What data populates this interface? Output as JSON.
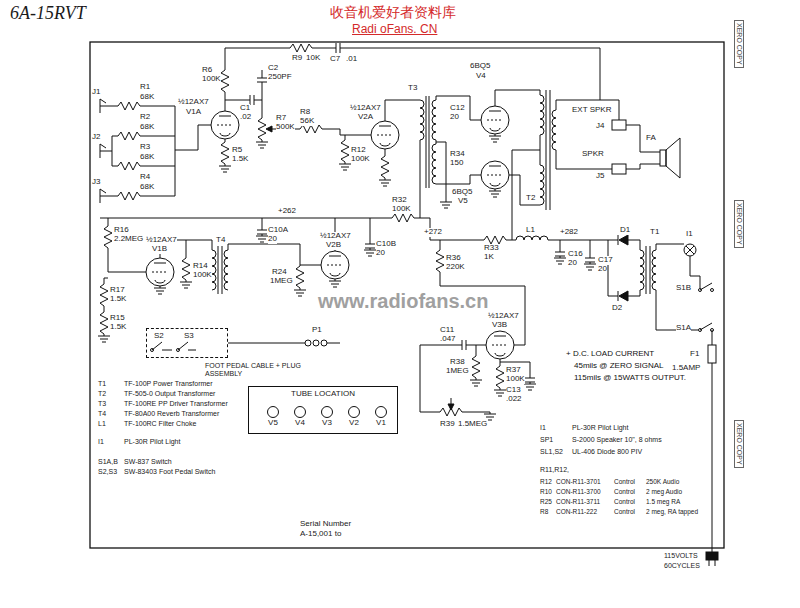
{
  "diagram": {
    "title": "6A-15RVT",
    "nodes": [
      {
        "text": [
          "TUBE LOCATION"
        ]
      },
      {
        "text": [
          "V5"
        ],
        "in": 0
      },
      {
        "text": [
          "V4"
        ],
        "in": 0
      },
      {
        "text": [
          "V3"
        ],
        "in": 0
      },
      {
        "text": [
          "V2"
        ],
        "in": 0
      },
      {
        "text": [
          "V1"
        ],
        "in": 0
      },
      {
        "text": [
          "FOOT PEDAL CABLE + PLUG ASSEMBLY"
        ]
      }
    ],
    "labels": [
      "收音机爱好者资料库",
      "Radi oFans. CN",
      "www.radiofans.cn",
      "XERO COPY",
      "XERO COPY",
      "XERO COPY",
      "J1",
      "J2",
      "J3",
      "R1",
      "68K",
      "R2",
      "68K",
      "R3",
      "68K",
      "R4",
      "68K",
      "½12AX7",
      "V1A",
      "C1",
      ".02",
      "C2",
      "250PF",
      "R5",
      "1.5K",
      "R6",
      "100K",
      "R7",
      "500K",
      "R8",
      "56K",
      "R9",
      "10K",
      "C7",
      ".01",
      "R12",
      "100K",
      "½12AX7",
      "V2A",
      "T3",
      "6BQ5",
      "V4",
      "C12",
      "20",
      "R34",
      "150",
      "T2",
      "EXT SPKR",
      "J4",
      "SPKR",
      "J5",
      "FA",
      "+262",
      "+272",
      "+282",
      "6BQ5",
      "V5",
      "R33",
      "1K",
      "C16",
      "20",
      "C17",
      "20",
      "D1",
      "D2",
      "T1",
      "I1",
      "S1B",
      "S1A",
      "F1",
      "1.5AMP",
      "115VOLTS",
      "60CYCLES",
      "+ D.C. LOAD CURRENT",
      "45mils @ ZERO SIGNAL",
      "115mils @ 15WATTS OUTPUT.",
      "R16",
      "2.2MEG",
      "½12AX7",
      "V1B",
      "R14",
      "100K",
      "R17",
      "1.5K",
      "R15",
      "1.5K",
      "T4",
      "C10A",
      "20",
      "½12AX7",
      "V2B",
      "R24",
      "1MEG",
      "C10B",
      "20",
      "R32",
      "100K",
      "L1",
      "R36",
      "220K",
      "½12AX7",
      "V3B",
      "C11",
      ".047",
      "R37",
      "100K",
      "R38",
      "1MEG",
      "C13",
      ".022",
      "R39",
      "1.5MEG",
      "S2",
      "S3",
      "P1",
      "T1",
      "TF-100P Power Transformer",
      "T2",
      "TF-505-0 Output Transformer",
      "T3",
      "TF-100RE PP Driver Transformer",
      "T4",
      "TF-80A00 Reverb Transformer",
      "L1",
      "TF-100RC Filter Choke",
      "I1",
      "PL-30R Pilot Light",
      "S1A,B",
      "SW-837 Switch",
      "S2,S3",
      "SW-83403 Foot Pedal Switch",
      "Serial Number",
      "A-15,001 to",
      "I1",
      "PL-30R Pilot Light",
      "SP1",
      "S-2000 Speaker 10\", 8 ohms",
      "SL1,S2",
      "UL-406 Diode 800 PIV",
      "R11,R12,",
      "R12",
      "CON-R11-3701",
      "Control",
      "250K Audio",
      "R10",
      "CON-R11-3700",
      "Control",
      "2 meg Audio",
      "R25",
      "CON-R11-3711",
      "Control",
      "1.5 meg RA",
      "R8",
      "CON-R11-222",
      "Control",
      "2 meg, RA tapped"
    ]
  }
}
